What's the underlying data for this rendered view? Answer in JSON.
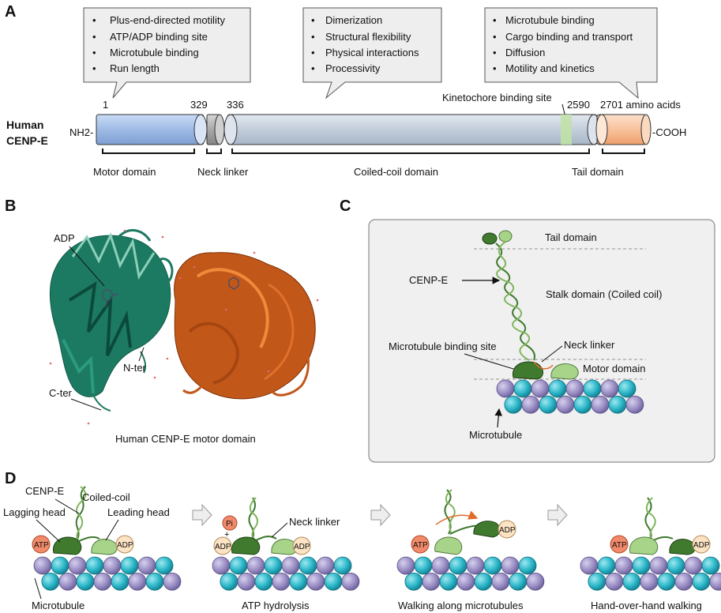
{
  "panels": {
    "a": "A",
    "b": "B",
    "c": "C",
    "d": "D"
  },
  "panel_a": {
    "protein_label_1": "Human",
    "protein_label_2": "CENP-E",
    "n_term": "NH2-",
    "c_term": "-COOH",
    "positions": {
      "p1": "1",
      "p329": "329",
      "p336": "336",
      "p2590": "2590",
      "p2701": "2701 amino acids"
    },
    "kinetochore_label": "Kinetochore binding site",
    "domains": {
      "motor": "Motor domain",
      "neck": "Neck linker",
      "coil": "Coiled-coil domain",
      "tail": "Tail domain"
    },
    "callout_motor": [
      "Plus-end-directed motility",
      "ATP/ADP binding site",
      "Microtubule binding",
      "Run length"
    ],
    "callout_coil": [
      "Dimerization",
      "Structural flexibility",
      "Physical interactions",
      "Processivity"
    ],
    "callout_tail": [
      "Microtubule binding",
      "Cargo binding and transport",
      "Diffusion",
      "Motility and kinetics"
    ],
    "colors": {
      "motor": "#a9c4ea",
      "neck": "#b3b3b3",
      "coil": "#c9d3e0",
      "tail": "#f8c8a8",
      "kinetochore": "#bfe3a6"
    }
  },
  "panel_b": {
    "adp": "ADP",
    "c_ter": "C-ter",
    "n_ter": "N-ter",
    "caption": "Human CENP-E motor domain",
    "colors": {
      "green_chain": "#1d7a62",
      "orange_chain": "#c2571a"
    }
  },
  "panel_c": {
    "tail": "Tail domain",
    "cenpe": "CENP-E",
    "stalk": "Stalk domain (Coiled coil)",
    "mt_binding": "Microtubule binding site",
    "neck": "Neck linker",
    "motor": "Motor domain",
    "microtubule": "Microtubule"
  },
  "panel_d": {
    "cenpe": "CENP-E",
    "coiled_coil": "Coiled-coil",
    "lagging": "Lagging head",
    "leading": "Leading head",
    "neck": "Neck linker",
    "atp": "ATP",
    "adp": "ADP",
    "pi": "Pi",
    "plus": "+",
    "captions": [
      "Microtubule",
      "ATP hydrolysis",
      "Walking along microtubules",
      "Hand-over-hand walking"
    ],
    "colors": {
      "dark_head": "#3f7a2e",
      "light_head": "#a8d48a",
      "atp": "#f08a6a",
      "adp": "#fbe3c4",
      "tubulin_a": "#29b8c8",
      "tubulin_b": "#9a8ec4"
    }
  }
}
